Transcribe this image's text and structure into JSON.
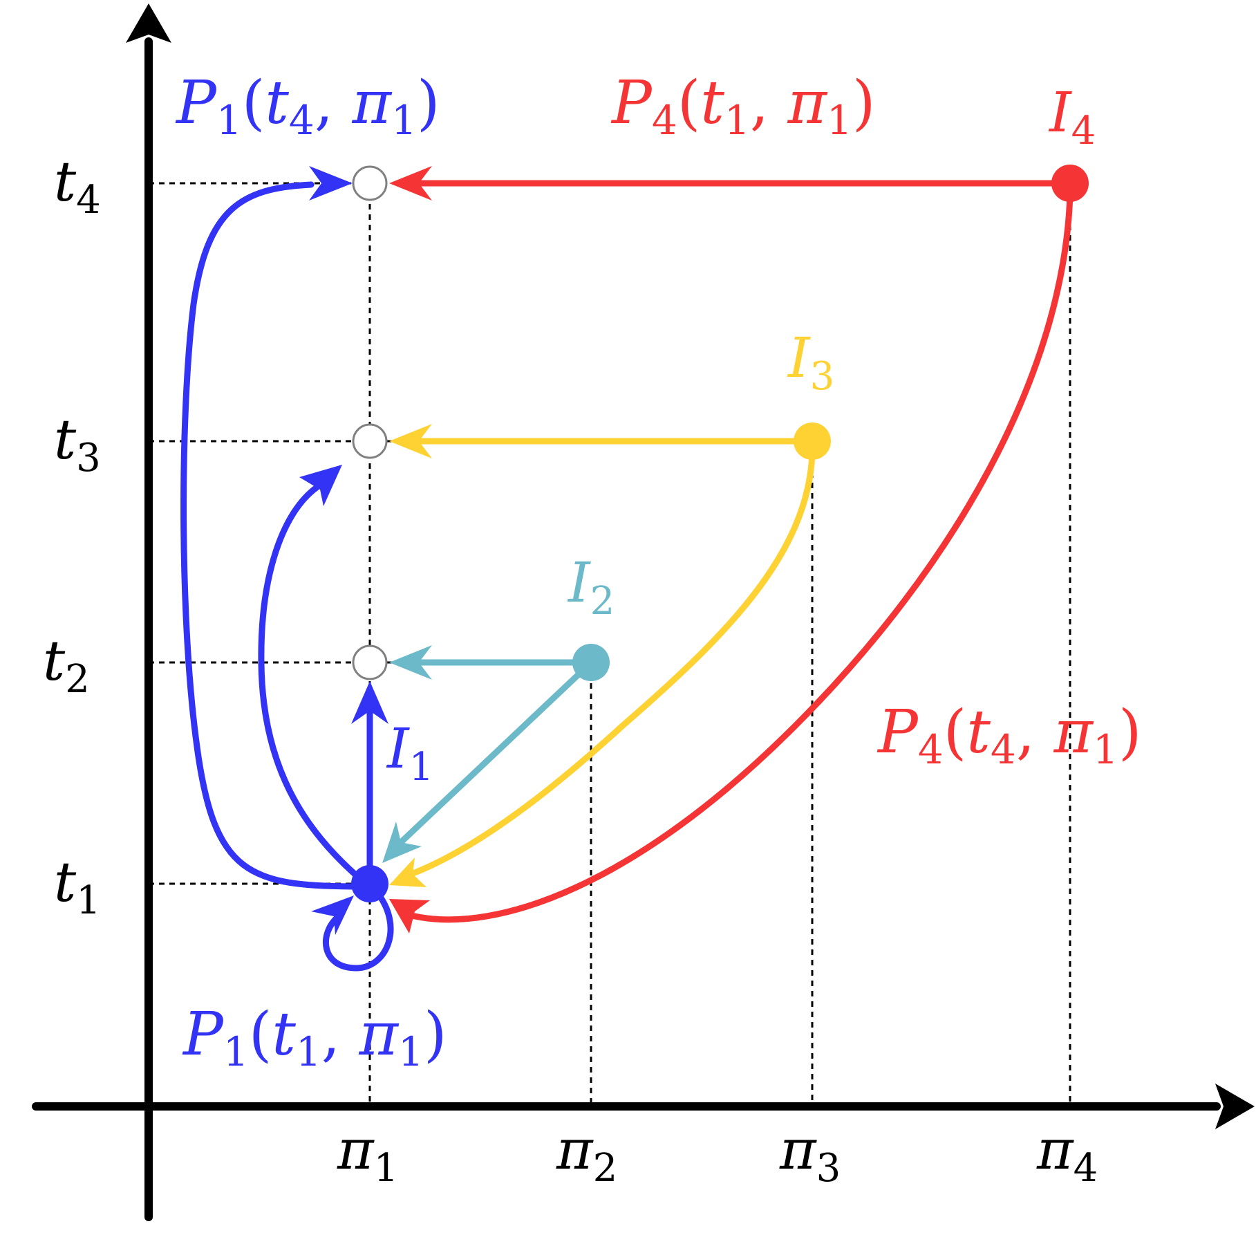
{
  "colors": {
    "blue": "#3333f5",
    "red": "#f53535",
    "yellow": "#fdd232",
    "teal": "#6bb9c9",
    "axis": "#000000",
    "hollow_fill": "#ffffff",
    "hollow_stroke": "#808080"
  },
  "axes": {
    "y_ticks": [
      {
        "base": "t",
        "sub": "1"
      },
      {
        "base": "t",
        "sub": "2"
      },
      {
        "base": "t",
        "sub": "3"
      },
      {
        "base": "t",
        "sub": "4"
      }
    ],
    "x_ticks": [
      {
        "base": "π",
        "sub": "1"
      },
      {
        "base": "π",
        "sub": "2"
      },
      {
        "base": "π",
        "sub": "3"
      },
      {
        "base": "π",
        "sub": "4"
      }
    ]
  },
  "labels": {
    "I1": {
      "base": "I",
      "sub": "1"
    },
    "I2": {
      "base": "I",
      "sub": "2"
    },
    "I3": {
      "base": "I",
      "sub": "3"
    },
    "I4": {
      "base": "I",
      "sub": "4"
    },
    "P1_t4": {
      "f": "P",
      "fs": "1",
      "a": "t",
      "as": "4",
      "b": "π",
      "bs": "1"
    },
    "P4_t1": {
      "f": "P",
      "fs": "4",
      "a": "t",
      "as": "1",
      "b": "π",
      "bs": "1"
    },
    "P4_t4": {
      "f": "P",
      "fs": "4",
      "a": "t",
      "as": "4",
      "b": "π",
      "bs": "1"
    },
    "P1_t1": {
      "f": "P",
      "fs": "1",
      "a": "t",
      "as": "1",
      "b": "π",
      "bs": "1"
    }
  }
}
